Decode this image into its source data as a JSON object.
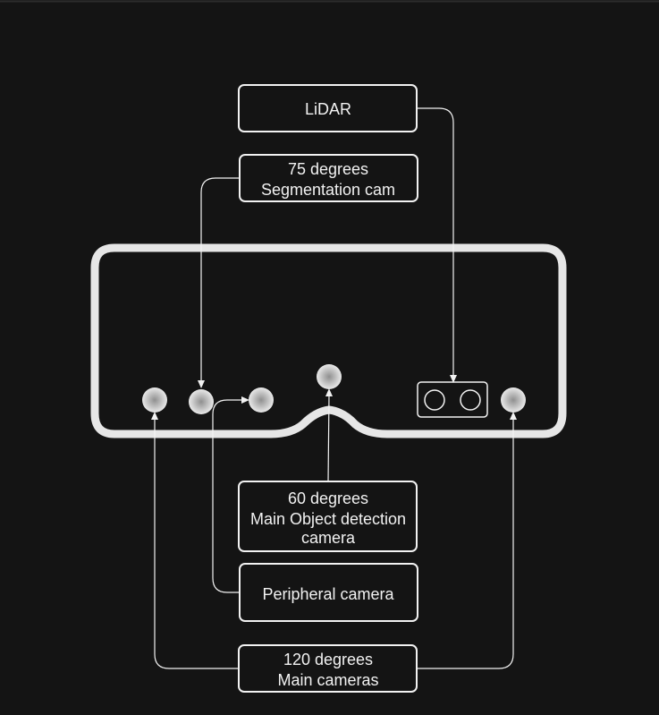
{
  "colors": {
    "background": "#141414",
    "stroke": "#f2f2f2",
    "robot_outline": "#e6e6e6",
    "sensor_light": "#e9e9e9",
    "sensor_dark": "#8f8f8f"
  },
  "labels": {
    "lidar": [
      "LiDAR"
    ],
    "segmentation": [
      "75 degrees",
      "Segmentation cam"
    ],
    "main_detection": [
      "60 degrees",
      "Main Object detection",
      "camera"
    ],
    "peripheral": [
      "Peripheral camera"
    ],
    "main_cameras": [
      "120 degrees",
      "Main cameras"
    ]
  }
}
